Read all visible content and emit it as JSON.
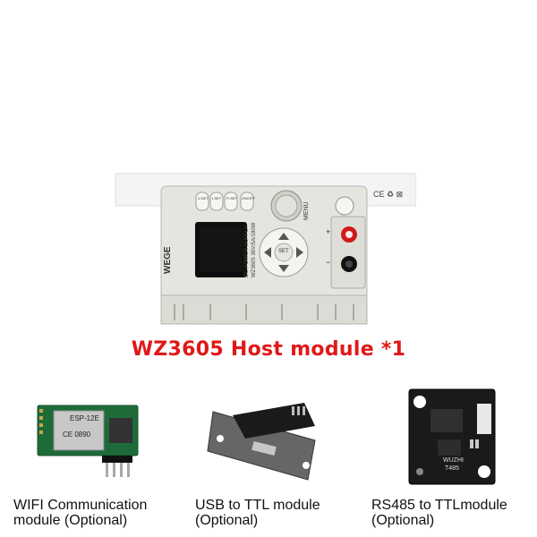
{
  "host": {
    "brand": "WEGE",
    "panel_line1": "DC POWER SUPPLY",
    "panel_line2": "WZ3605 36V/5A/180W",
    "buttons": [
      "V-SET",
      "I-SET",
      "P-SET",
      "ON/OFF"
    ],
    "menu_label": "MENU",
    "knob_label": "SET",
    "plus_sign": "+",
    "minus_sign": "−",
    "icon_text": "CE ♻ ⊠"
  },
  "caption": "WZ3605 Host module *1",
  "modules": [
    {
      "chip_label_1": "ESP-12E",
      "chip_label_2": "CE 0890",
      "caption_line1": "WIFI Communication",
      "caption_line2": "module (Optional)"
    },
    {
      "caption_line1": "USB to TTL module",
      "caption_line2": "(Optional)"
    },
    {
      "board_label_1": "WUZHI",
      "board_label_2": "T485",
      "caption_line1": "RS485 to TTLmodule",
      "caption_line2": "(Optional)"
    }
  ],
  "colors": {
    "caption_red": "#e01818",
    "device_body": "#e3e3de",
    "pcb_green": "#1e6b3a",
    "pcb_black": "#1a1a1a"
  }
}
